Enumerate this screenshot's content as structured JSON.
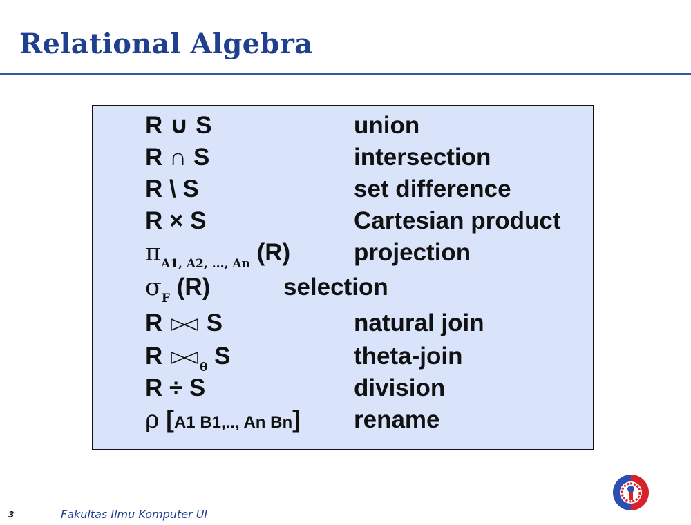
{
  "title": "Relational Algebra",
  "operations": [
    {
      "expr": "R ∪ S",
      "name": "union"
    },
    {
      "expr": "R ∩ S",
      "name": "intersection"
    },
    {
      "expr": "R \\ S",
      "name": "set difference"
    },
    {
      "expr": "R × S",
      "name": "Cartesian product"
    },
    {
      "symbol": "π",
      "subscript": "A1, A2, ..., An",
      "arg": " (R)",
      "name": "projection"
    },
    {
      "symbol": "σ",
      "subscript": "F",
      "arg": " (R)",
      "name": "selection"
    },
    {
      "left": "R",
      "right": "S",
      "name": "natural join"
    },
    {
      "left": "R",
      "subscript": "θ",
      "right": "S",
      "name": "theta-join"
    },
    {
      "expr": "R ÷ S",
      "name": "division"
    },
    {
      "symbol": "ρ",
      "open": " [",
      "args": "A1 B1,.., An Bn",
      "close": "]",
      "name": "rename"
    }
  ],
  "footer": {
    "page_number": "3",
    "institution": "Fakultas Ilmu Komputer UI"
  },
  "colors": {
    "title": "#1f3f8f",
    "box_background": "#d9e4fb",
    "rule": "#2e5aa7"
  },
  "icons": [
    "university-logo-icon"
  ]
}
